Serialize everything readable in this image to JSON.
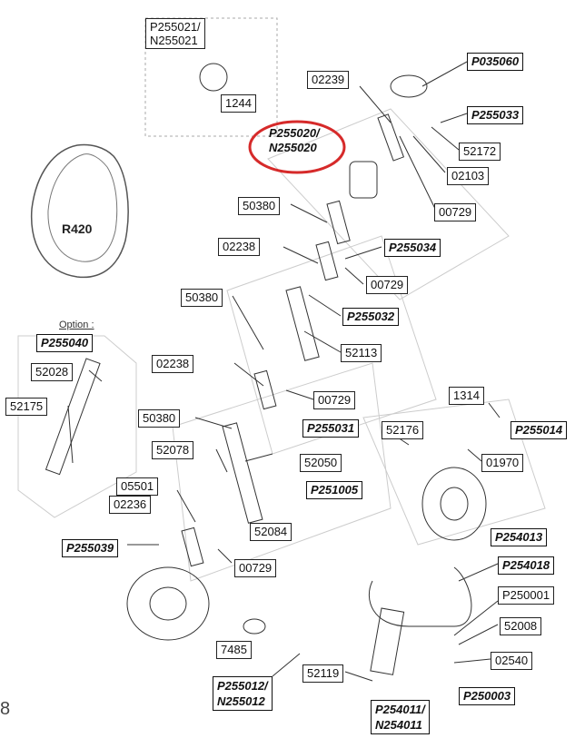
{
  "labels": {
    "p255021": "P255021/\nN255021",
    "l1244": "1244",
    "l02239": "02239",
    "p035060": "P035060",
    "p255033": "P255033",
    "l52172": "52172",
    "l02103": "02103",
    "p255020": "P255020/\nN255020",
    "l50380a": "50380",
    "l00729a": "00729",
    "l02238a": "02238",
    "p255034": "P255034",
    "l00729b": "00729",
    "l50380b": "50380",
    "p255032": "P255032",
    "l52113": "52113",
    "l02238b": "02238",
    "l00729c": "00729",
    "p255040": "P255040",
    "l52028": "52028",
    "l52175": "52175",
    "l50380c": "50380",
    "p255031": "P255031",
    "l52078": "52078",
    "l52050": "52050",
    "p251005": "P251005",
    "l05501": "05501",
    "l02236": "02236",
    "l52084": "52084",
    "p255039": "P255039",
    "l00729d": "00729",
    "l1314": "1314",
    "l52176": "52176",
    "p255014": "P255014",
    "l01970": "01970",
    "p254013": "P254013",
    "p254018": "P254018",
    "p250001": "P250001",
    "l52008": "52008",
    "l02540": "02540",
    "l7485": "7485",
    "p255012": "P255012/\nN255012",
    "l52119": "52119",
    "p250003": "P250003",
    "p254011": "P254011/\nN254011"
  },
  "option_text": "Option :",
  "r420_text": "R420",
  "edge_digit": "8",
  "highlight_color": "#d62a2a"
}
